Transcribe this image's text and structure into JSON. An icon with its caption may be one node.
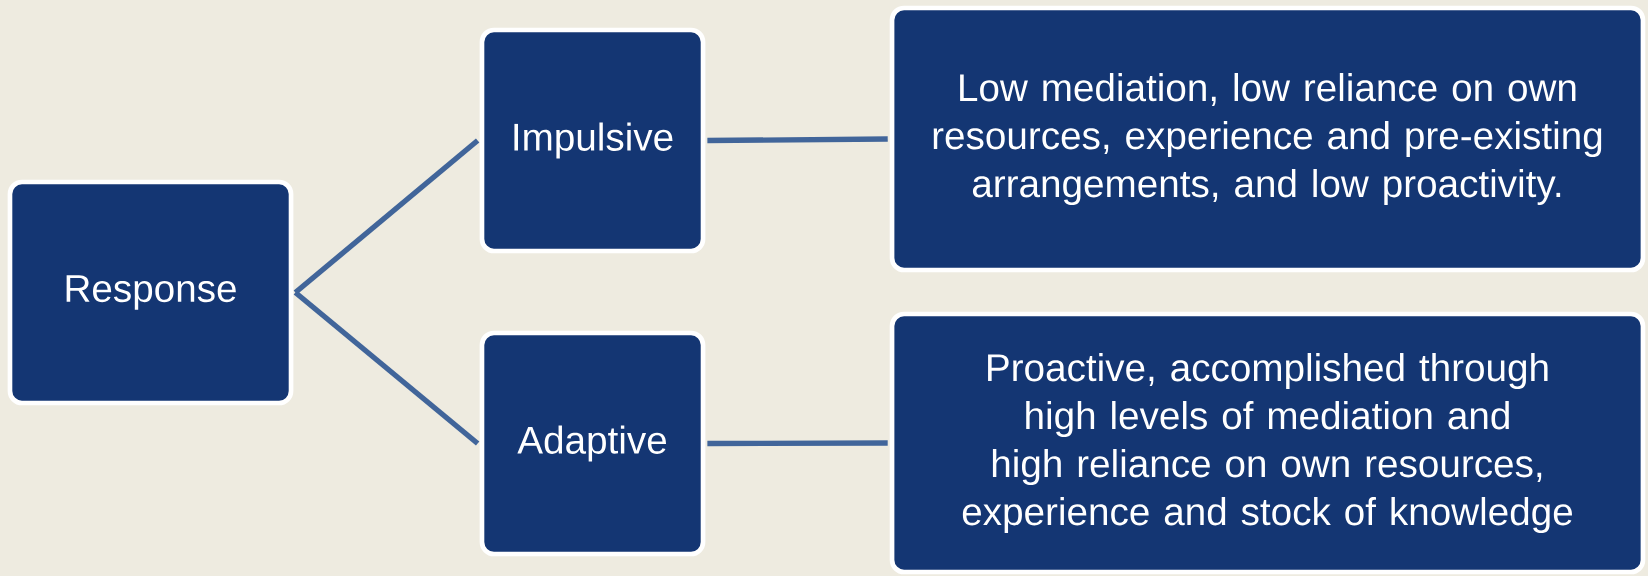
{
  "diagram": {
    "nodes": [
      {
        "text": [
          "Response"
        ]
      },
      {
        "text": [
          "Impulsive"
        ]
      },
      {
        "text": [
          "Adaptive"
        ]
      },
      {
        "text": [
          "Low mediation, low reliance on own resources, experience and pre-existing arrangements, and low proactivity."
        ]
      },
      {
        "text": [
          "Proactive, accomplished through high levels of mediation and high reliance on own resources, experience and stock of knowledge"
        ]
      }
    ],
    "edges": [
      {
        "from": 0,
        "to": 1,
        "arrow": "none"
      },
      {
        "from": 0,
        "to": 2,
        "arrow": "none"
      },
      {
        "from": 1,
        "to": 3,
        "arrow": "none"
      },
      {
        "from": 2,
        "to": 4,
        "arrow": "none"
      }
    ]
  }
}
